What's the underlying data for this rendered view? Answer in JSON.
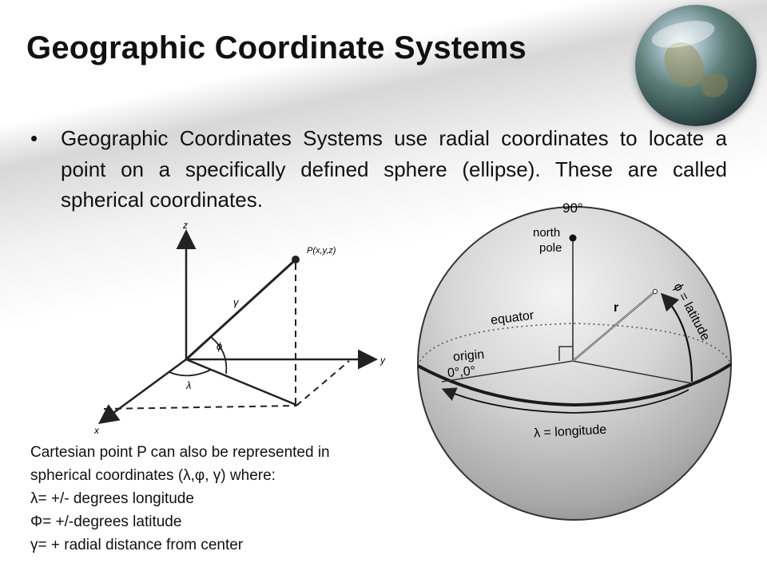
{
  "slide": {
    "title": "Geographic Coordinate Systems",
    "bullet_marker": "•",
    "bullet_text": "Geographic Coordinates Systems use radial coordinates to locate a point on a specifically defined sphere (ellipse). These are called spherical coordinates."
  },
  "cartesian_diagram": {
    "axis_z": "z",
    "axis_y": "y",
    "axis_x": "x",
    "point_label": "P(x,y,z)",
    "radius_label": "γ",
    "polar_angle_label": "ϕ",
    "azimuth_label": "λ"
  },
  "caption": {
    "lines": [
      "Cartesian point P can also be represented in",
      "spherical coordinates (λ,φ, γ) where:",
      "λ= +/- degrees longitude",
      "Φ= +/-degrees latitude",
      "γ= + radial distance from center"
    ]
  },
  "sphere_diagram": {
    "top_angle": "90°",
    "north_pole_line1": "north",
    "north_pole_line2": "pole",
    "equator": "equator",
    "origin": "origin",
    "origin_coords": "0°,0°",
    "radius": "r",
    "latitude": "ϕ = latitude",
    "longitude": "λ = longitude"
  }
}
